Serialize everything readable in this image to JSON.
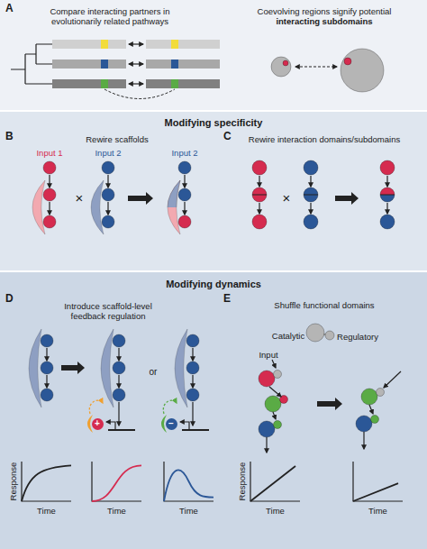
{
  "diagram": {
    "nodes": [
      {
        "text": [
          "A",
          "Compare interacting partners in evolutionarily related pathways",
          "Coevolving regions signify potential interacting subdomains"
        ]
      },
      {
        "text": [
          "Modifying specificity",
          "B",
          "Rewire scaffolds",
          "C",
          "Rewire interaction domains/subdomains"
        ]
      },
      {
        "text": [
          "Modifying dynamics",
          "D",
          "Introduce scaffold-level feedback regulation",
          "E",
          "Shuffle functional domains"
        ]
      },
      {
        "text": [
          "+"
        ],
        "in": 2
      },
      {
        "text": [
          "−"
        ],
        "in": 2
      }
    ],
    "labels": [
      "Input 1",
      "Input 2",
      "×",
      "Input 2",
      "×",
      "or",
      "Catalytic",
      "Regulatory",
      "Input",
      "Response",
      "Time",
      "Time",
      "Time",
      "Response",
      "Time",
      "Time"
    ]
  }
}
